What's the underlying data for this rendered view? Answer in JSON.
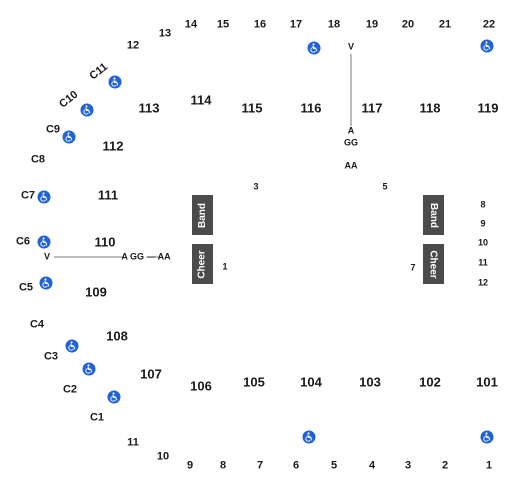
{
  "row_labels": {
    "top": [
      "12",
      "13",
      "14",
      "15",
      "16",
      "17",
      "18",
      "19",
      "20",
      "21",
      "22"
    ],
    "right": [
      "8",
      "9",
      "10",
      "11",
      "12"
    ],
    "bottom": [
      "11",
      "10",
      "9",
      "8",
      "7",
      "6",
      "5",
      "4",
      "3",
      "2",
      "1"
    ],
    "left_c": [
      "C11",
      "C10",
      "C9",
      "C8",
      "C7",
      "C6",
      "C5",
      "C4",
      "C3",
      "C2",
      "C1"
    ],
    "inner": [
      "3",
      "5",
      "1",
      "7"
    ]
  },
  "sections": {
    "upper": [
      "113",
      "114",
      "115",
      "116",
      "117",
      "118",
      "119"
    ],
    "left": [
      "112",
      "111",
      "110",
      "109",
      "108",
      "107"
    ],
    "lower": [
      "106",
      "105",
      "104",
      "103",
      "102",
      "101"
    ]
  },
  "aisle_vertical": {
    "top": "V",
    "a": "A",
    "gg": "GG",
    "aa": "AA"
  },
  "aisle_horizontal": {
    "left": "V",
    "right": "A GG — AA"
  },
  "boxes": {
    "band_left": "Band",
    "cheer_left": "Cheer",
    "band_right": "Band",
    "cheer_right": "Cheer"
  },
  "accessibility_icon": "wheelchair-icon",
  "colors": {
    "box": "#4b4b4b",
    "accessible": "#1f63d6",
    "text": "#1a1a1a"
  }
}
